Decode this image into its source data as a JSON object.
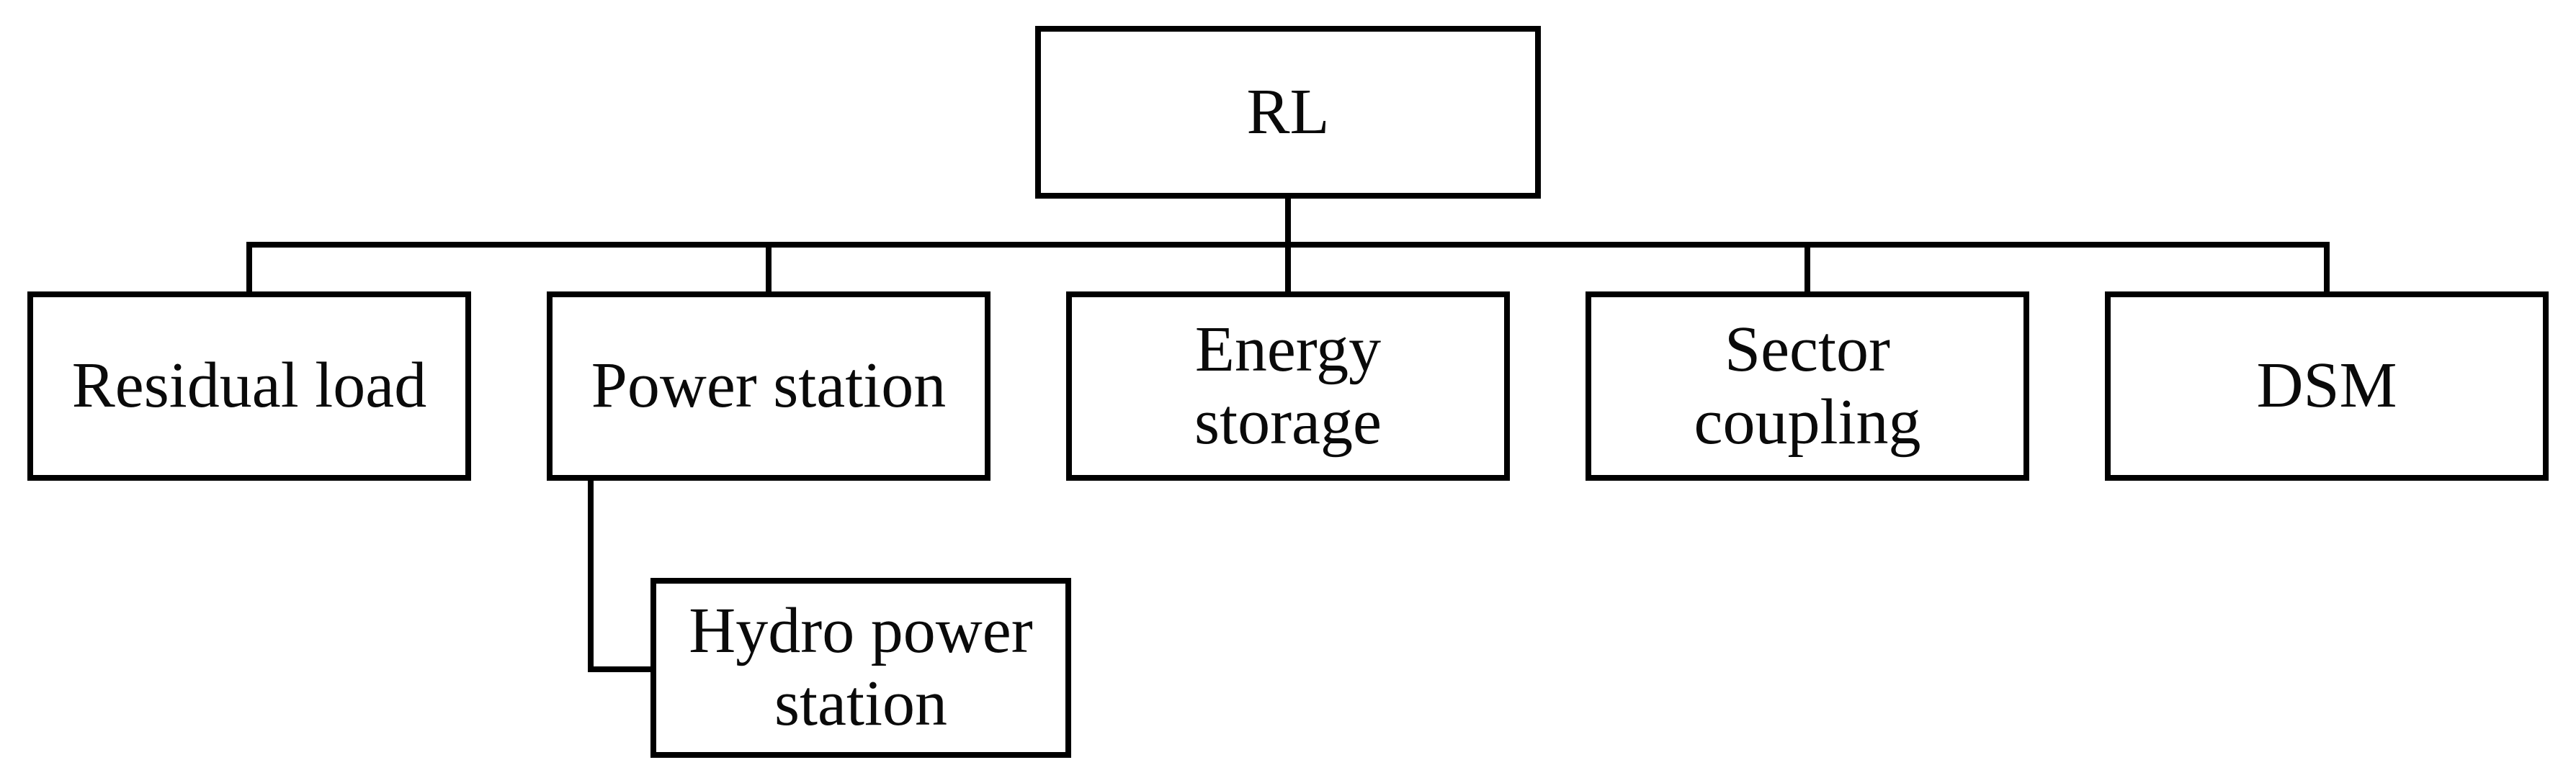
{
  "diagram": {
    "type": "org-chart",
    "root": {
      "id": "rl",
      "label": "RL"
    },
    "children": [
      {
        "id": "residual-load",
        "label": "Residual load"
      },
      {
        "id": "power-station",
        "label": "Power station"
      },
      {
        "id": "energy-storage",
        "label": "Energy\nstorage"
      },
      {
        "id": "sector-coupling",
        "label": "Sector\ncoupling"
      },
      {
        "id": "dsm",
        "label": "DSM"
      }
    ],
    "grandchild": {
      "id": "hydro-power-station",
      "parent": "power-station",
      "label": "Hydro power\nstation"
    },
    "edges": [
      {
        "from": "RL",
        "to": "Residual load"
      },
      {
        "from": "RL",
        "to": "Power station"
      },
      {
        "from": "RL",
        "to": "Energy storage"
      },
      {
        "from": "RL",
        "to": "Sector coupling"
      },
      {
        "from": "RL",
        "to": "DSM"
      },
      {
        "from": "Power station",
        "to": "Hydro power station"
      }
    ],
    "colors": {
      "background": "#ffffff",
      "line": "#000000",
      "box_border": "#000000",
      "box_fill": "#ffffff",
      "text": "#0a0a0a"
    }
  }
}
